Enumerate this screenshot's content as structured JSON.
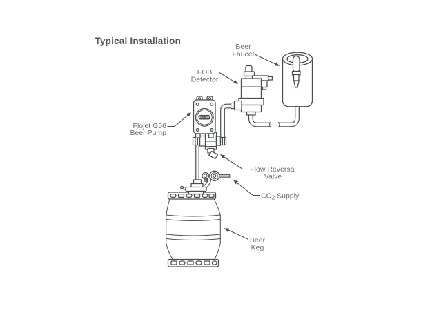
{
  "title": "Typical Installation",
  "labels": {
    "beer_faucet": {
      "line1": "Beer",
      "line2": "Faucet"
    },
    "fob_detector": {
      "line1": "FOB",
      "line2": "Detector"
    },
    "beer_pump": {
      "line1": "Flojet G56",
      "line2": "Beer Pump"
    },
    "flow_reversal_valve": {
      "line1": "Flow Reversal",
      "line2": "Valve"
    },
    "co2_supply": {
      "pre": "CO",
      "sub": "2",
      "post": " Supply"
    },
    "beer_keg": {
      "line1": "Beer",
      "line2": "Keg"
    }
  },
  "pump_badge": "FLOJET",
  "colors": {
    "line": "#4a4e52",
    "label": "#6a6e72",
    "title": "#53575b"
  }
}
